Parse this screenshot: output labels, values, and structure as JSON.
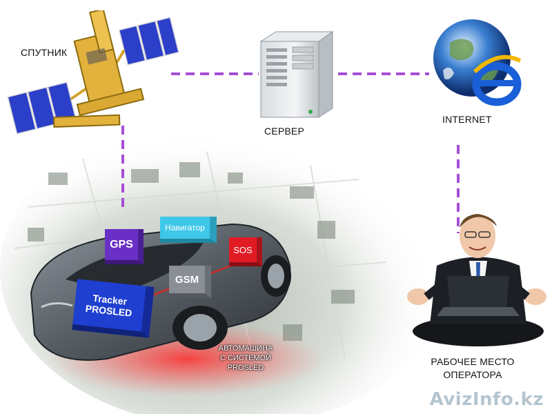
{
  "labels": {
    "satellite": "СПУТНИК",
    "server": "СЕРВЕР",
    "internet": "INTERNET",
    "operator_line1": "РАБОЧЕЕ МЕСТО",
    "operator_line2": "ОПЕРАТОРА"
  },
  "car_caption": {
    "line1": "АВТОМАШИНА",
    "line2": "С СИСТЕМОЙ",
    "line3": "PROSLED"
  },
  "modules": {
    "gps": "GPS",
    "navigator": "Навигатор",
    "sos": "SOS",
    "gsm": "GSM",
    "tracker_line1": "Tracker",
    "tracker_line2": "PROSLED"
  },
  "watermark": "AvizInfo.kz",
  "colors": {
    "link_dash": "#a64dd6",
    "gps_box": "#6a2fc4",
    "navigator_box": "#3ec7e8",
    "sos_box": "#e01b24",
    "gsm_box": "#8a8f96",
    "tracker_box": "#1f3fd0",
    "glow": "#ff2a2a"
  },
  "icons": {
    "satellite": "satellite-icon",
    "server": "server-icon",
    "internet": "internet-explorer-globe-icon",
    "operator": "person-with-laptop-icon",
    "car": "car-icon"
  }
}
